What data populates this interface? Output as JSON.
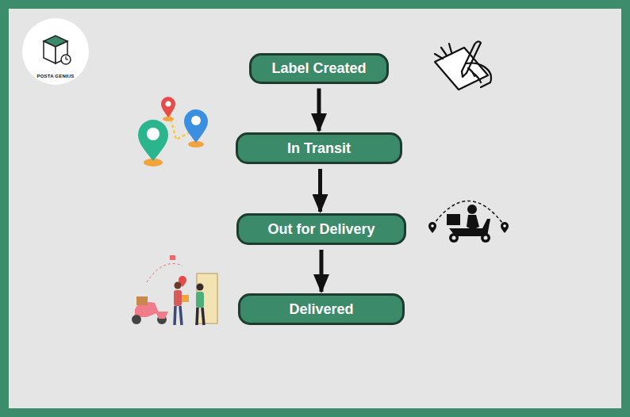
{
  "diagram": {
    "nodes": [
      {
        "text": [
          "Label Created"
        ]
      },
      {
        "text": [
          "In Transit"
        ]
      },
      {
        "text": [
          "Out for Delivery"
        ]
      },
      {
        "text": [
          "Delivered"
        ]
      }
    ],
    "edges": [
      {
        "from": 0,
        "to": 1,
        "arrow": "to"
      },
      {
        "from": 1,
        "to": 2,
        "arrow": "to"
      },
      {
        "from": 2,
        "to": 3,
        "arrow": "to"
      }
    ],
    "labels": [
      "POSTA GENIUS"
    ]
  }
}
